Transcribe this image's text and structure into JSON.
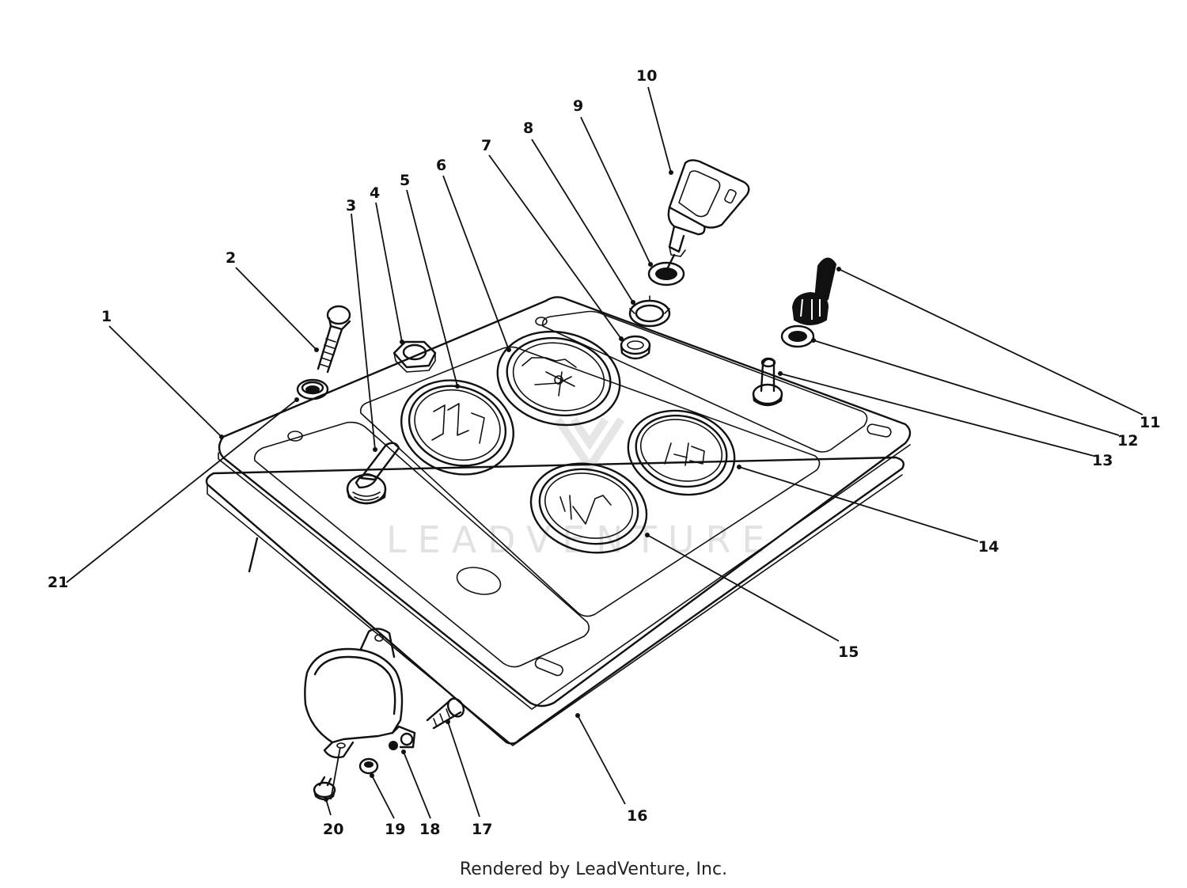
{
  "watermark": "LEADVENTURE",
  "footer": "Rendered by LeadVenture, Inc.",
  "callouts": [
    "1",
    "2",
    "3",
    "4",
    "5",
    "6",
    "7",
    "8",
    "9",
    "10",
    "11",
    "12",
    "13",
    "14",
    "15",
    "16",
    "17",
    "18",
    "19",
    "20",
    "21"
  ]
}
